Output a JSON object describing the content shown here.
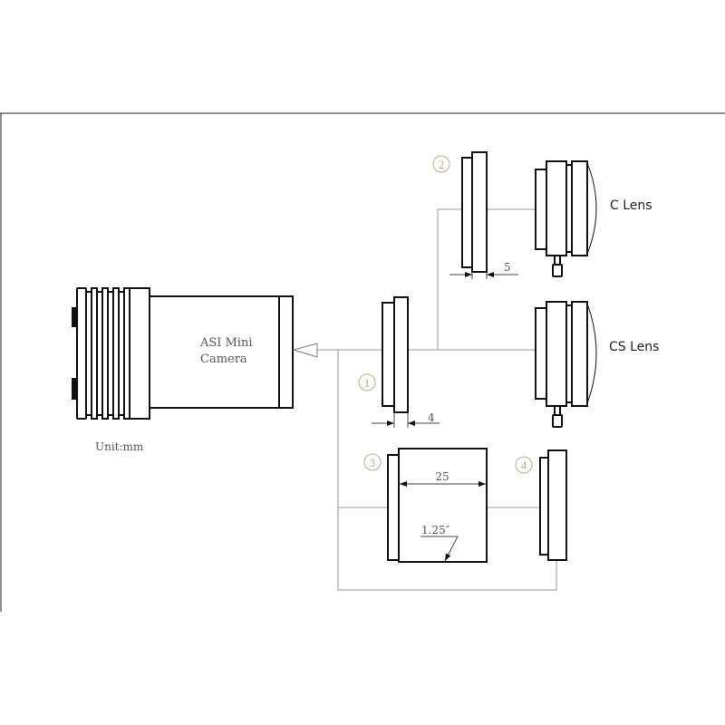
{
  "camera": {
    "label_line1": "ASI Mini",
    "label_line2": "Camera"
  },
  "unit_label": "Unit:mm",
  "lenses": {
    "c_lens": "C Lens",
    "cs_lens": "CS Lens"
  },
  "parts": [
    {
      "number": "1",
      "dimension": "4"
    },
    {
      "number": "2",
      "dimension": "5"
    },
    {
      "number": "3",
      "dimension": "25",
      "diameter": "1.25″"
    },
    {
      "number": "4"
    }
  ],
  "colors": {
    "line": "#111111",
    "connector": "#999999",
    "part_number": "#b5b08a"
  }
}
